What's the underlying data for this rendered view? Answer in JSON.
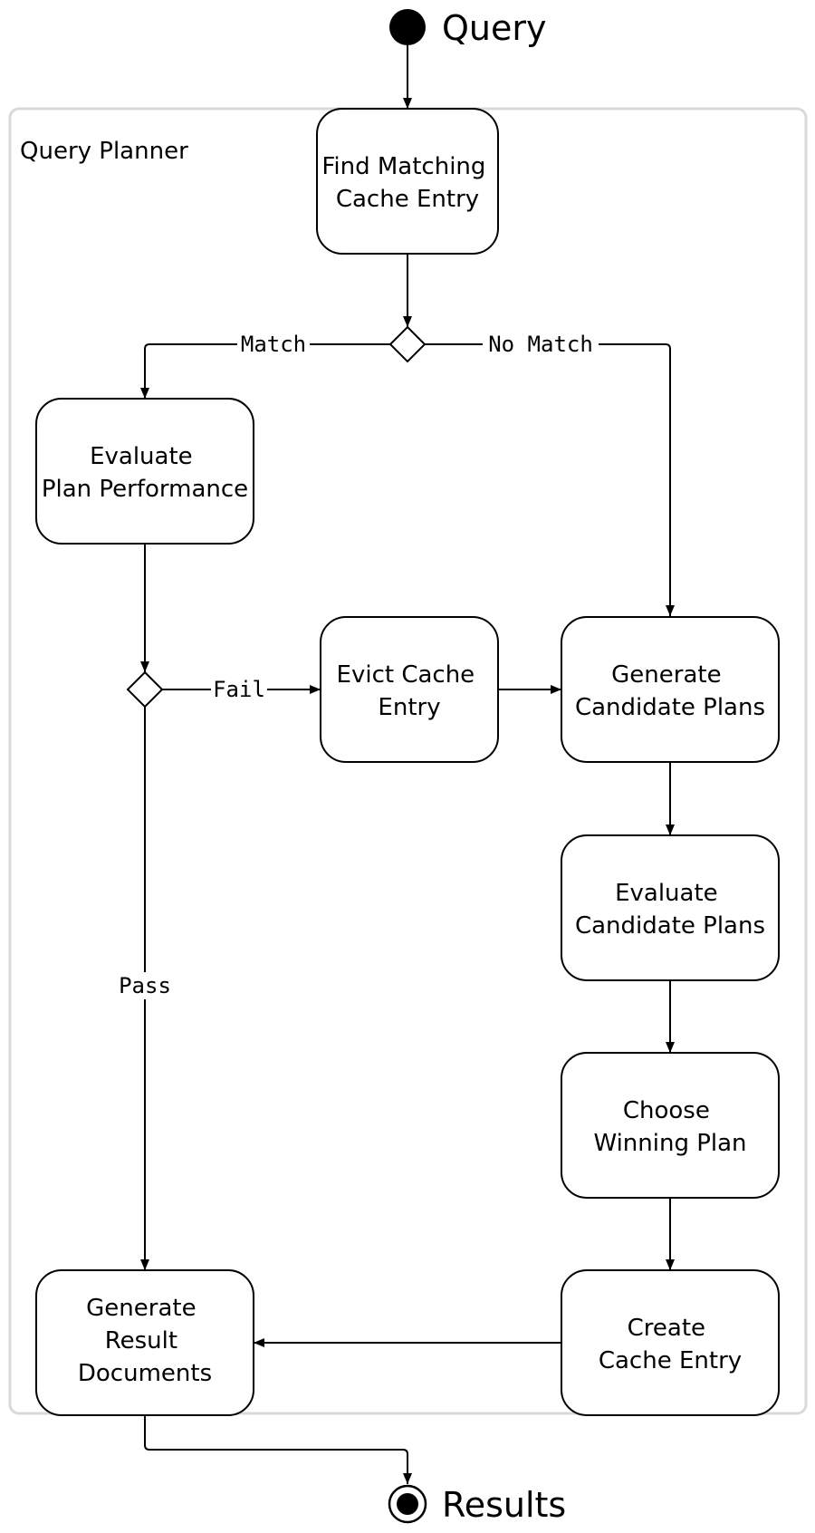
{
  "start": {
    "label": "Query"
  },
  "end": {
    "label": "Results"
  },
  "group": {
    "label": "Query Planner"
  },
  "nodes": {
    "find_matching": [
      "Find Matching",
      "Cache Entry"
    ],
    "evaluate_plan": [
      "Evaluate",
      "Plan Performance"
    ],
    "evict_cache": [
      "Evict Cache",
      "Entry"
    ],
    "generate_candidates": [
      "Generate",
      "Candidate Plans"
    ],
    "evaluate_candidates": [
      "Evaluate",
      "Candidate Plans"
    ],
    "choose_winning": [
      "Choose",
      "Winning Plan"
    ],
    "generate_results": [
      "Generate",
      "Result",
      "Documents"
    ],
    "create_cache": [
      "Create",
      "Cache Entry"
    ]
  },
  "edge_labels": {
    "match": "Match",
    "no_match": "No Match",
    "fail": "Fail",
    "pass": "Pass"
  },
  "colors": {
    "stroke": "#000000",
    "group_border": "#d9d9d9",
    "background": "#ffffff"
  }
}
